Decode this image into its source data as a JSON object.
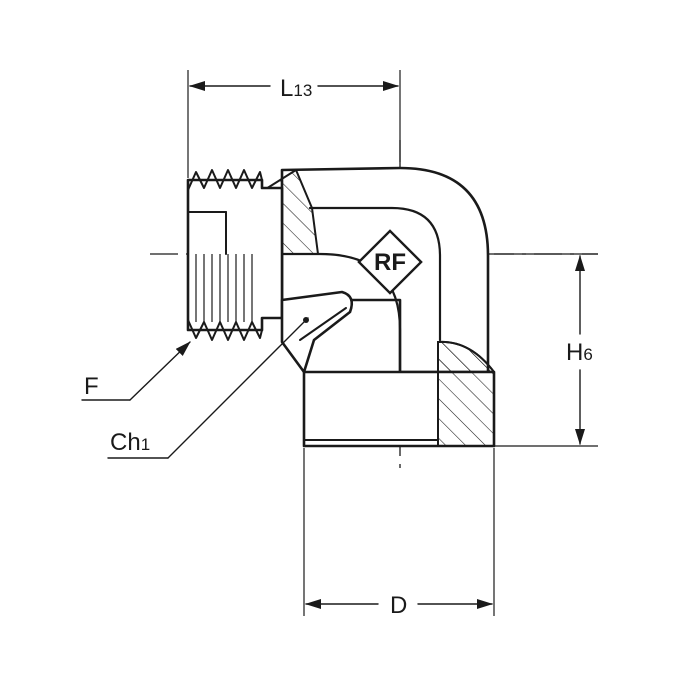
{
  "labels": {
    "l13": {
      "main": "L",
      "sub": "13"
    },
    "h6": {
      "main": "H",
      "sub": "6"
    },
    "d": {
      "main": "D"
    },
    "f": {
      "main": "F"
    },
    "ch1": {
      "main": "Ch",
      "sub": "1"
    }
  },
  "logo": {
    "text": "RF"
  },
  "colors": {
    "ink": "#1a1a1a",
    "paper": "#ffffff"
  }
}
